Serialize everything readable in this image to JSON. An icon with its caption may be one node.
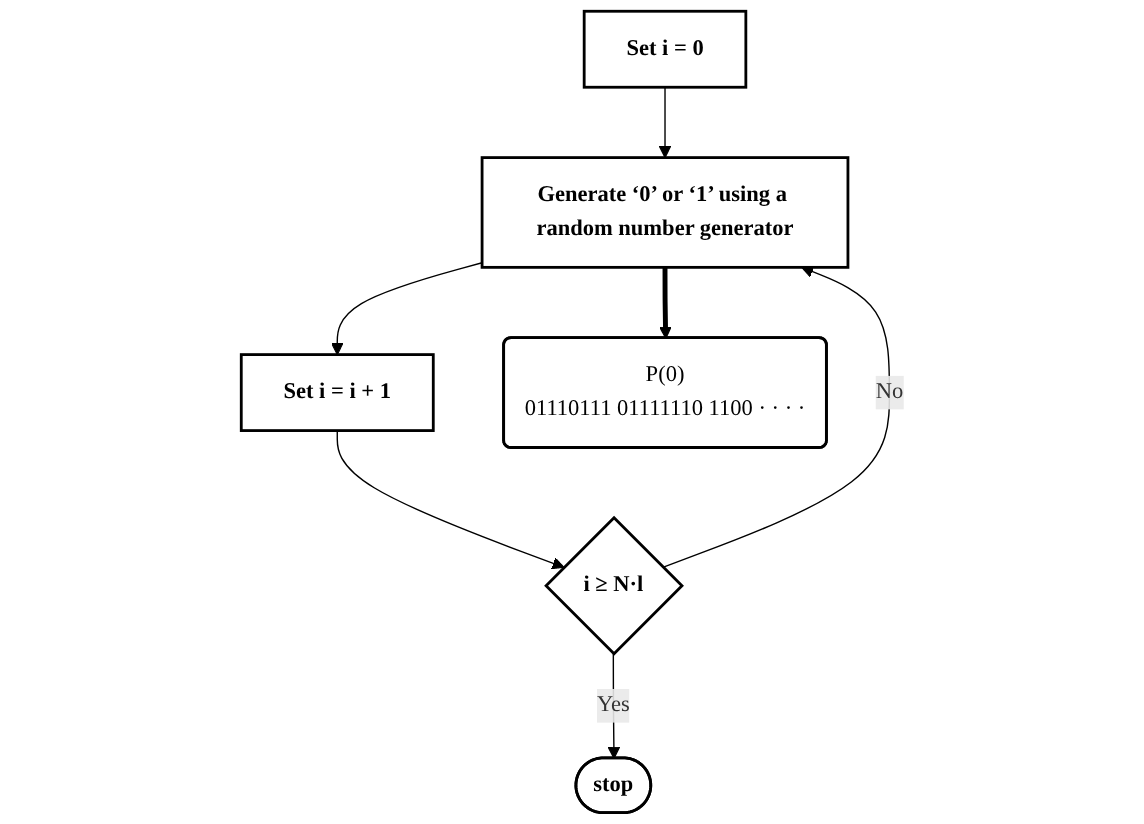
{
  "diagram": {
    "nodes": [
      {
        "text": [
          "Set i = 0"
        ]
      },
      {
        "text": [
          "Generate ‘0’ or ‘1’ using a random number generator"
        ]
      },
      {
        "text": [
          "Set i = i + 1"
        ]
      },
      {
        "text": [
          "i ≥ N·l"
        ]
      },
      {
        "text": [
          "stop"
        ]
      },
      {
        "text": [
          "P(0)",
          "01110111 01111110 1100 · · · ·"
        ]
      }
    ],
    "edges": [
      {
        "from": 0,
        "to": 1,
        "arrow": "to"
      },
      {
        "from": 1,
        "to": 5,
        "arrow": "to",
        "style": "thick"
      },
      {
        "from": 1,
        "to": 2,
        "arrow": "to"
      },
      {
        "from": 2,
        "to": 3,
        "arrow": "to"
      },
      {
        "from": 3,
        "to": 4,
        "arrow": "to",
        "label": "Yes"
      },
      {
        "from": 3,
        "to": 1,
        "arrow": "to",
        "label": "No"
      }
    ]
  }
}
